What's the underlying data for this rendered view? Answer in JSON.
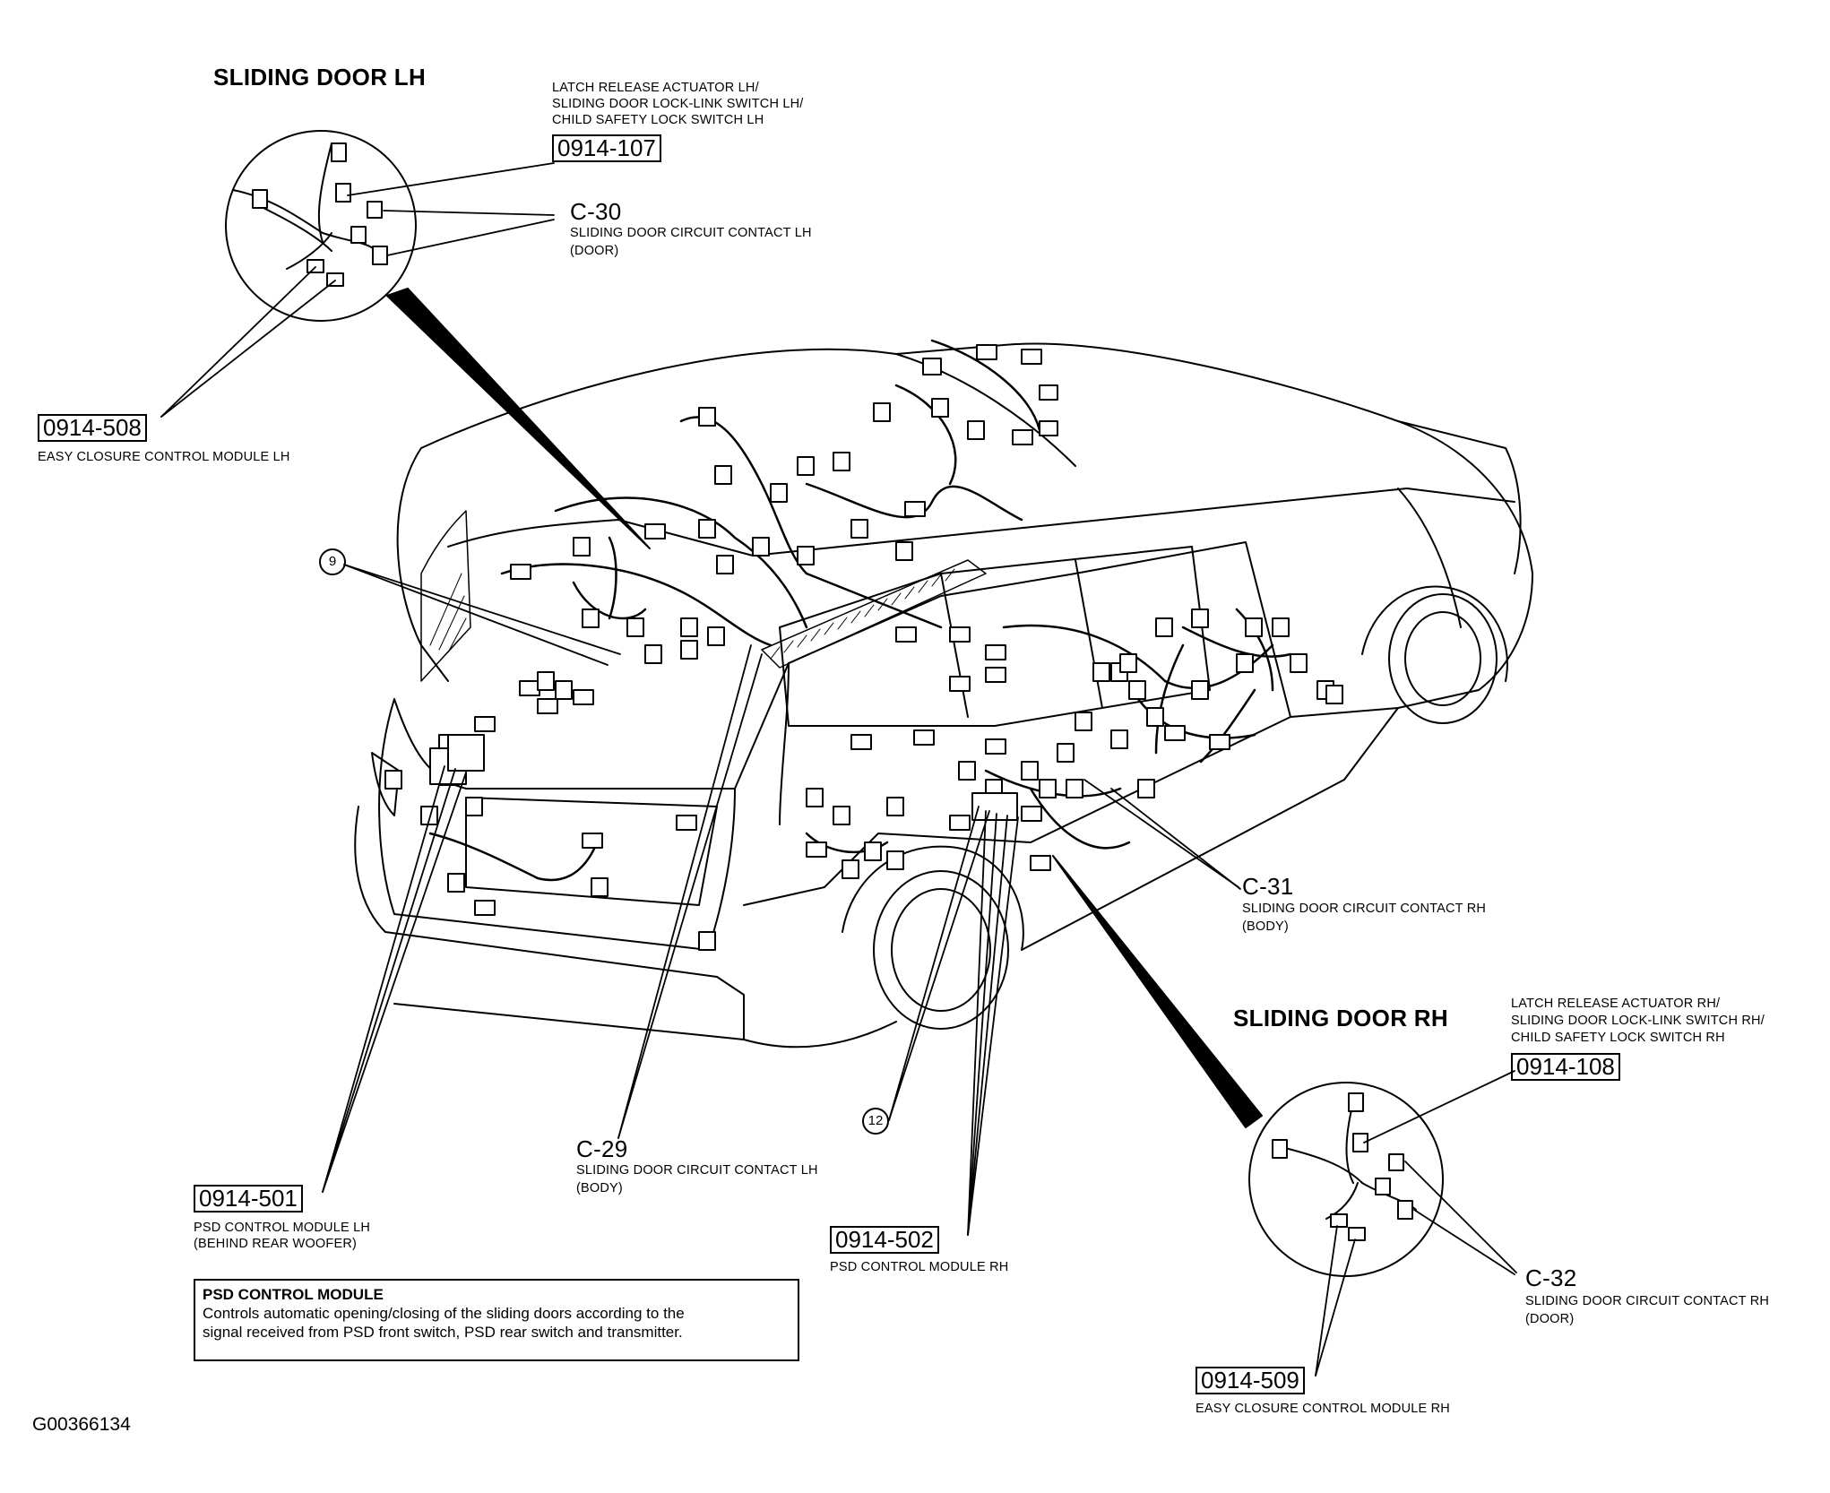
{
  "left_detail": {
    "title": "SLIDING DOOR LH",
    "latch_lines": [
      "LATCH RELEASE ACTUATOR LH/",
      "SLIDING DOOR LOCK-LINK SWITCH LH/",
      "CHILD SAFETY LOCK SWITCH LH"
    ],
    "latch_ref": "0914-107",
    "contact_code": "C-30",
    "contact_lines": [
      "SLIDING DOOR CIRCUIT CONTACT LH",
      "(DOOR)"
    ],
    "module_ref": "0914-508",
    "module_label": "EASY CLOSURE CONTROL MODULE LH"
  },
  "right_detail": {
    "title": "SLIDING DOOR RH",
    "latch_lines": [
      "LATCH RELEASE ACTUATOR RH/",
      "SLIDING DOOR LOCK-LINK SWITCH RH/",
      "CHILD SAFETY LOCK SWITCH RH"
    ],
    "latch_ref": "0914-108",
    "contact_code": "C-32",
    "contact_lines": [
      "SLIDING DOOR CIRCUIT CONTACT RH",
      "(DOOR)"
    ],
    "module_ref": "0914-509",
    "module_label": "EASY CLOSURE CONTROL MODULE RH"
  },
  "body_callouts": {
    "c31_code": "C-31",
    "c31_lines": [
      "SLIDING DOOR CIRCUIT CONTACT RH",
      "(BODY)"
    ],
    "c29_code": "C-29",
    "c29_lines": [
      "SLIDING DOOR CIRCUIT CONTACT LH",
      "(BODY)"
    ],
    "psd_lh_ref": "0914-501",
    "psd_lh_lines": [
      "PSD CONTROL MODULE LH",
      "(BEHIND REAR WOOFER)"
    ],
    "psd_rh_ref": "0914-502",
    "psd_rh_label": "PSD CONTROL MODULE RH",
    "ground_9": "9",
    "ground_12": "12"
  },
  "note": {
    "heading": "PSD CONTROL MODULE",
    "lines": [
      "Controls automatic opening/closing of the sliding doors according to the",
      "signal received from PSD front switch, PSD rear switch and transmitter."
    ]
  },
  "figure_id": "G00366134"
}
